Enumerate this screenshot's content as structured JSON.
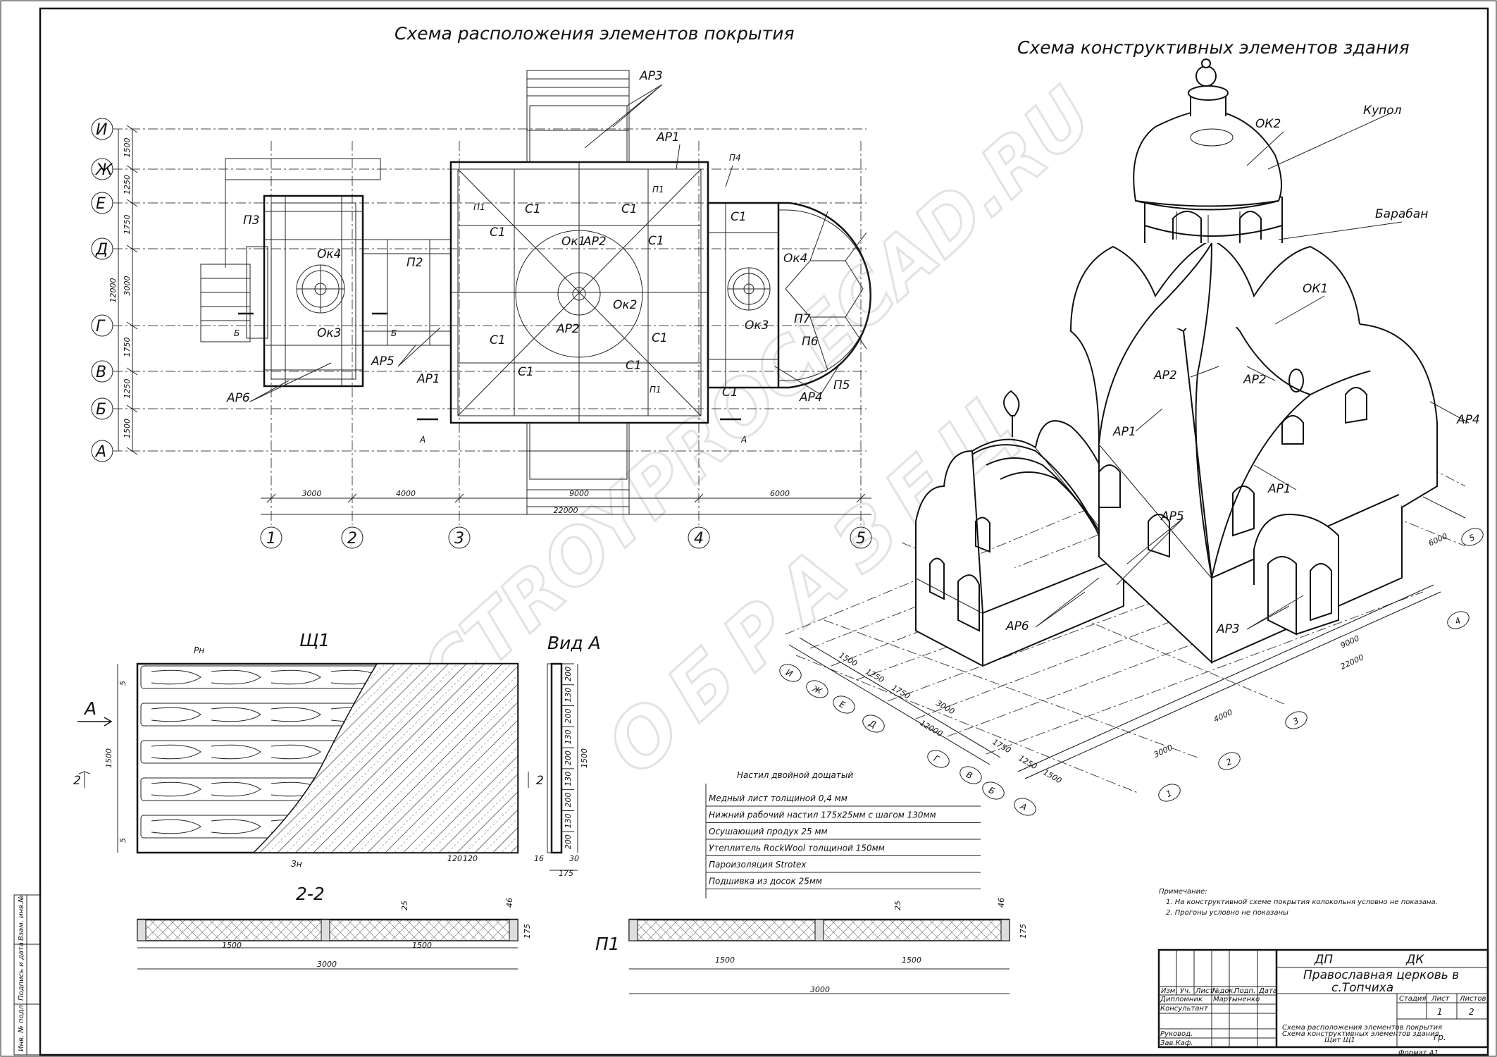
{
  "titles": {
    "roof_plan": "Схема расположения элементов покрытия",
    "structure": "Схема конструктивных элементов здания",
    "panel": "Щ1",
    "view_a": "Вид А",
    "section": "2-2",
    "p1_mark": "П1"
  },
  "plan": {
    "row_axes": [
      "И",
      "Ж",
      "Е",
      "Д",
      "Г",
      "В",
      "Б",
      "А"
    ],
    "row_dims": [
      "1500",
      "1250",
      "1750",
      "3000",
      "1750",
      "1250",
      "1500"
    ],
    "total_row_dim": "12000",
    "col_axes": [
      "1",
      "2",
      "3",
      "4",
      "5"
    ],
    "col_dims": [
      "3000",
      "4000",
      "9000",
      "6000"
    ],
    "total_col_dim": "22000",
    "labels": [
      "АР3",
      "АР1",
      "П4",
      "П1",
      "С1",
      "С1",
      "П1",
      "С1",
      "П3",
      "Ок4",
      "Ок1",
      "АР2",
      "С1",
      "С1",
      "П2",
      "Ок4",
      "Ок2",
      "Ок3",
      "П7",
      "С1",
      "АР2",
      "С1",
      "П6",
      "Ок3",
      "АР5",
      "С1",
      "С1",
      "АР1",
      "П1",
      "П5",
      "С1",
      "АР4",
      "АР6"
    ],
    "section_marks": [
      "Б",
      "Б",
      "А",
      "А"
    ]
  },
  "iso": {
    "labels": [
      "Купол",
      "ОК2",
      "Барабан",
      "ОК1",
      "АР2",
      "АР2",
      "АР1",
      "АР4",
      "АР1",
      "АР5",
      "АР6",
      "АР3"
    ],
    "row_axes": [
      "И",
      "Ж",
      "Е",
      "Д",
      "Г",
      "В",
      "Б",
      "А"
    ],
    "row_dims": [
      "1500",
      "1250",
      "1750",
      "3000",
      "1750",
      "1250",
      "1500"
    ],
    "total_row_dim": "12000",
    "col_axes": [
      "1",
      "2",
      "3",
      "4",
      "5"
    ],
    "col_dims": [
      "3000",
      "4000",
      "9000",
      "6000"
    ],
    "total_col_dim": "22000"
  },
  "panel": {
    "rn": "Рн",
    "zn": "Зн",
    "arrow": "А",
    "cut": "2",
    "height": "1500",
    "edge": "5",
    "board_gap": [
      "120",
      "120"
    ]
  },
  "view_a": {
    "dims": [
      "200",
      "130",
      "200",
      "130",
      "200",
      "130",
      "200",
      "130",
      "200"
    ],
    "height": "1500",
    "bottom": [
      "16",
      "30",
      "175"
    ]
  },
  "roof_layers": {
    "title": "Настил двойной дощатый",
    "items": [
      "Медный лист толщиной 0,4 мм",
      "Нижний рабочий настил 175х25мм с шагом 130мм",
      "Осушающий продух 25 мм",
      "Утеплитель RockWool толщиной 150мм",
      "Пароизоляция Strotex",
      "Подшивка из досок 25мм"
    ]
  },
  "section": {
    "spans": [
      "1500",
      "1500"
    ],
    "total": "3000",
    "top_dims": [
      "25",
      "46"
    ],
    "height": "175"
  },
  "p1": {
    "spans": [
      "1500",
      "1500"
    ],
    "total": "3000",
    "top_dims": [
      "25",
      "46"
    ],
    "height": "175"
  },
  "notes": {
    "title": "Примечание:",
    "items": [
      "1.    На конструктивной схеме покрытия колокольня условно не показана.",
      "2.    Прогоны условно не показаны"
    ]
  },
  "title_block": {
    "code_left": "ДП",
    "code_right": "ДК",
    "project_line1": "Православная церковь в",
    "project_line2": "с.Топчиха",
    "sheet_desc": [
      "Схема расположения элементов покрытия",
      "Схема конструктивных элементов здания",
      "Щит Щ1"
    ],
    "col_heads": [
      "Изм.",
      "Уч.",
      "Лист",
      "№док.",
      "Подп.",
      "Дата"
    ],
    "roles": [
      "Дипломник",
      "Консультант",
      "Руковод.",
      "Зав.Каф."
    ],
    "person": "Мартыненко",
    "stage_head": [
      "Стадия",
      "Лист",
      "Листов"
    ],
    "sheet_no": "1",
    "sheet_count": "2",
    "group": "гр.",
    "format": "Формат А1"
  },
  "side_stamps": [
    "Взам. инв.№",
    "Подпись и дата",
    "Инв. № подл."
  ],
  "watermark": [
    "CTROYPROCECAD.RU",
    "ОБРАЗЕЦ"
  ]
}
